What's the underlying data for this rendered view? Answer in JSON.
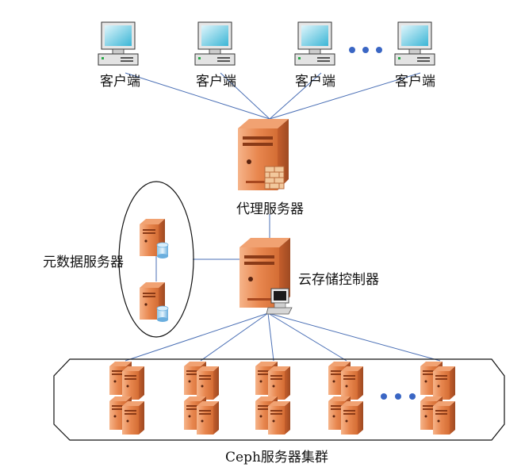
{
  "clients": {
    "labels": [
      "客户端",
      "客户端",
      "客户端",
      "客户端"
    ],
    "ellipsis_icon": "ellipsis-dots-icon"
  },
  "proxy": {
    "label": "代理服务器"
  },
  "metadata": {
    "label": "元数据服务器"
  },
  "controller": {
    "label": "云存储控制器"
  },
  "cluster": {
    "label": "Ceph服务器集群",
    "ellipsis_icon": "ellipsis-dots-icon"
  },
  "colors": {
    "line": "#4a6fb5",
    "server": "#e07a3c",
    "server_dark": "#b5542a",
    "server_light": "#f4a877",
    "monitor_screen": "#38b8d8",
    "dots": "#3a66c4"
  }
}
